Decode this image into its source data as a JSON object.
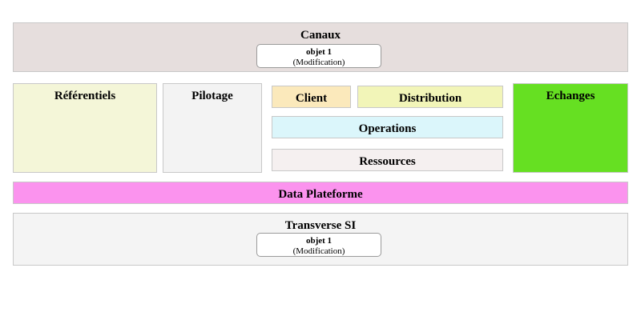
{
  "diagram": {
    "layers": {
      "canaux": {
        "label": "Canaux",
        "objects": [
          {
            "name": "objet 1",
            "state": "(Modification)"
          }
        ]
      },
      "referentiels": {
        "label": "Référentiels"
      },
      "pilotage": {
        "label": "Pilotage"
      },
      "client": {
        "label": "Client"
      },
      "distribution": {
        "label": "Distribution"
      },
      "operations": {
        "label": "Operations"
      },
      "ressources": {
        "label": "Ressources"
      },
      "echanges": {
        "label": "Echanges"
      },
      "data_plateforme": {
        "label": "Data Plateforme"
      },
      "transverse_si": {
        "label": "Transverse SI",
        "objects": [
          {
            "name": "objet 1",
            "state": "(Modification)"
          }
        ]
      }
    },
    "colors": {
      "canaux": "#e6dedd",
      "referentiels": "#f4f6d8",
      "pilotage": "#f3f3f3",
      "client": "#fbe9bb",
      "distribution": "#f2f5b8",
      "operations": "#dbf6fb",
      "ressources": "#f5f0f0",
      "echanges": "#66e022",
      "data_plateforme": "#fb93ee",
      "transverse_si": "#f4f4f4",
      "block_border": "#c8c8c8",
      "object_card_border": "#9a9a9a",
      "object_card_background": "#ffffff",
      "text": "#000000",
      "canvas": "#ffffff"
    }
  }
}
